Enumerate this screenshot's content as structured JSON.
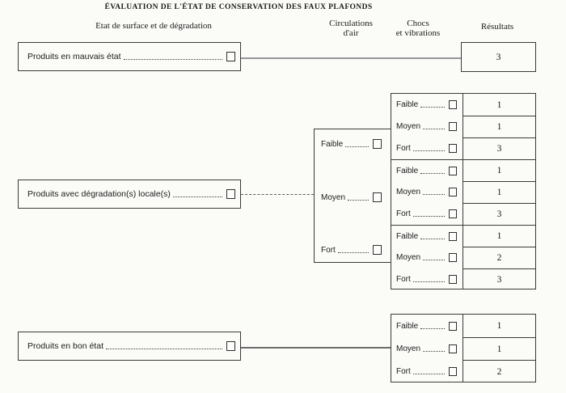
{
  "title": "ÉVALUATION DE L'ÉTAT DE CONSERVATION DES FAUX PLAFONDS",
  "columns": {
    "surface": "Etat de surface et de dégradation",
    "air_line1": "Circulations",
    "air_line2": "d'air",
    "chocs_line1": "Chocs",
    "chocs_line2": "et vibrations",
    "results": "Résultats"
  },
  "sections": {
    "mauvais": {
      "label": "Produits en mauvais état",
      "result": "3"
    },
    "degradation": {
      "label": "Produits avec dégradation(s) locale(s)",
      "air_levels": [
        "Faible",
        "Moyen",
        "Fort"
      ],
      "groups": [
        {
          "air": "Faible",
          "rows": [
            {
              "choc": "Faible",
              "result": "1"
            },
            {
              "choc": "Moyen",
              "result": "1"
            },
            {
              "choc": "Fort",
              "result": "3"
            }
          ]
        },
        {
          "air": "Moyen",
          "rows": [
            {
              "choc": "Faible",
              "result": "1"
            },
            {
              "choc": "Moyen",
              "result": "1"
            },
            {
              "choc": "Fort",
              "result": "3"
            }
          ]
        },
        {
          "air": "Fort",
          "rows": [
            {
              "choc": "Faible",
              "result": "1"
            },
            {
              "choc": "Moyen",
              "result": "2"
            },
            {
              "choc": "Fort",
              "result": "3"
            }
          ]
        }
      ]
    },
    "bon": {
      "label": "Produits en bon état",
      "rows": [
        {
          "choc": "Faible",
          "result": "1"
        },
        {
          "choc": "Moyen",
          "result": "1"
        },
        {
          "choc": "Fort",
          "result": "2"
        }
      ]
    }
  },
  "icons": {
    "checkbox-icon": "□"
  },
  "colors": {
    "paper": "#fbfbf8",
    "ink": "#1b1b1b",
    "line": "#3a3a3a",
    "connector": "#97979a"
  }
}
